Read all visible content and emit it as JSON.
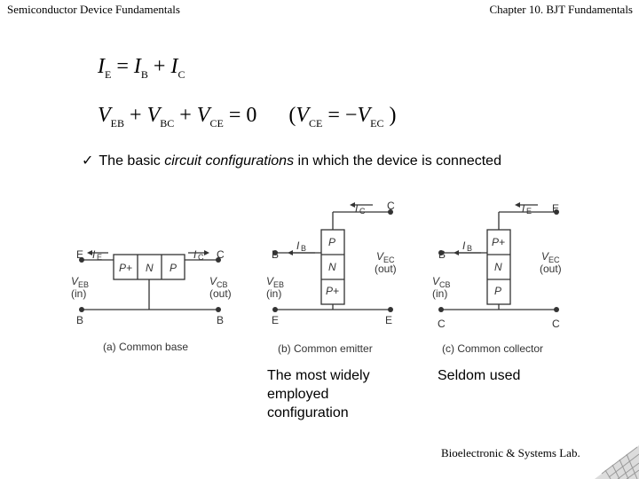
{
  "header": {
    "left": "Semiconductor Device Fundamentals",
    "right": "Chapter 10. BJT Fundamentals"
  },
  "equations": {
    "eq1": {
      "lhs": "I",
      "lhs_sub": "E",
      "eq": " = ",
      "t1": "I",
      "t1_sub": "B",
      "plus": " + ",
      "t2": "I",
      "t2_sub": "C"
    },
    "eq2": {
      "a": "V",
      "a_sub": "EB",
      "p1": " + ",
      "b": "V",
      "b_sub": "BC",
      "p2": " + ",
      "c": "V",
      "c_sub": "CE",
      "zero": " = 0",
      "paren_open": "      (",
      "d": "V",
      "d_sub": "CE",
      "eqneg": " = −",
      "e": "V",
      "e_sub": "EC",
      "paren_close": " )"
    }
  },
  "bullet": {
    "check": "✓",
    "pre": "The basic ",
    "italic": "circuit configurations",
    "post": " in which the device is connected"
  },
  "circuits": {
    "base": {
      "E": "E",
      "C": "C",
      "B1": "B",
      "B2": "B",
      "IE": "I",
      "IE_sub": "E",
      "IC": "I",
      "IC_sub": "C",
      "layer1": "P+",
      "layer2": "N",
      "layer3": "P",
      "VEB": "V",
      "VEB_sub": "EB",
      "VEB_in": "(in)",
      "VCB": "V",
      "VCB_sub": "CB",
      "VCB_out": "(out)",
      "caption": "(a) Common base"
    },
    "emitter": {
      "C": "C",
      "B": "B",
      "E1": "E",
      "E2": "E",
      "IC": "I",
      "IC_sub": "C",
      "IB": "I",
      "IB_sub": "B",
      "layer1": "P",
      "layer2": "N",
      "layer3": "P+",
      "VEC": "V",
      "VEC_sub": "EC",
      "VEC_out": "(out)",
      "VEB": "V",
      "VEB_sub": "EB",
      "VEB_in": "(in)",
      "caption": "(b) Common emitter"
    },
    "collector": {
      "E": "E",
      "B": "B",
      "C1": "C",
      "C2": "C",
      "IE": "I",
      "IE_sub": "E",
      "IB": "I",
      "IB_sub": "B",
      "layer1": "P+",
      "layer2": "N",
      "layer3": "P",
      "VEC": "V",
      "VEC_sub": "EC",
      "VEC_out": "(out)",
      "VCB": "V",
      "VCB_sub": "CB",
      "VCB_in": "(in)",
      "caption": "(c) Common collector"
    }
  },
  "notes": {
    "emitter": "The most widely employed configuration",
    "collector": "Seldom used"
  },
  "footer": "Bioelectronic & Systems Lab."
}
